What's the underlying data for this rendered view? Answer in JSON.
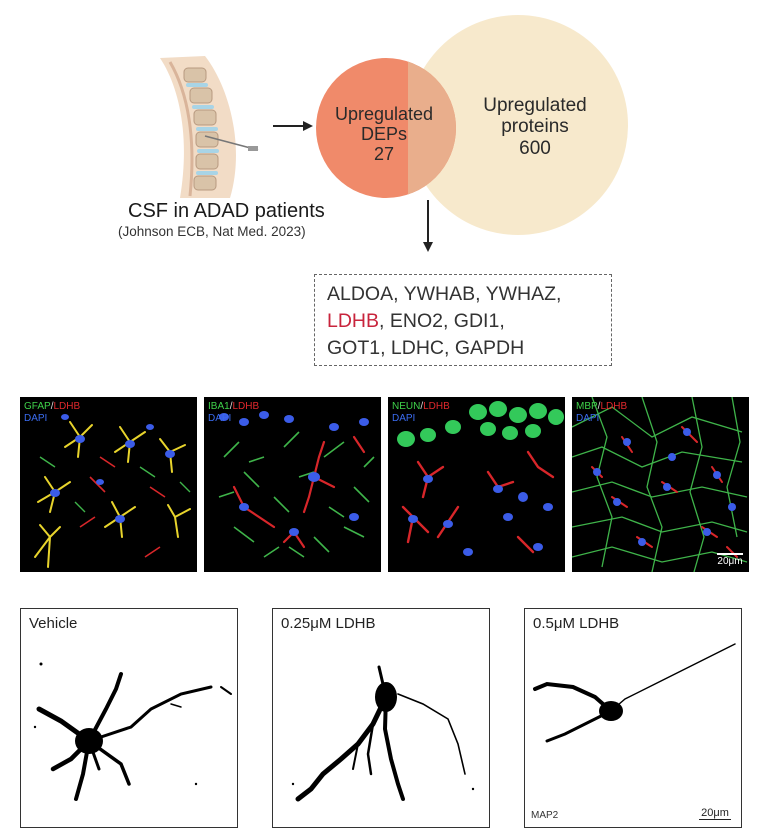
{
  "venn": {
    "small": {
      "line1": "Upregulated",
      "line2": "DEPs",
      "count": "27",
      "color": "#f08a6a"
    },
    "large": {
      "line1": "Upregulated",
      "line2": "proteins",
      "count": "600",
      "color": "#f6e7c8"
    }
  },
  "source": {
    "title": "CSF in ADAD patients",
    "citation": "(Johnson ECB, Nat Med. 2023)"
  },
  "genes": {
    "line1": "ALDOA, YWHAB, YWHAZ,",
    "highlight": "LDHB",
    "line2_rest": ", ENO2, GDI1,",
    "line3": "GOT1, LDHC, GAPDH",
    "highlight_color": "#c8243c"
  },
  "micrographs": [
    {
      "marker": "GFAP",
      "sep": "/",
      "target": "LDHB",
      "nuclear": "DAPI"
    },
    {
      "marker": "IBA1",
      "sep": "/",
      "target": "LDHB",
      "nuclear": "DAPI"
    },
    {
      "marker": "NEUN",
      "sep": "/",
      "target": "LDHB",
      "nuclear": "DAPI"
    },
    {
      "marker": "MBP",
      "sep": "/",
      "target": "LDHB",
      "nuclear": "DAPI"
    }
  ],
  "micrograph_scale": "20μm",
  "neurons": [
    {
      "title": "Vehicle"
    },
    {
      "title": "0.25μM LDHB"
    },
    {
      "title": "0.5μM LDHB"
    }
  ],
  "neuron_stain": "MAP2",
  "neuron_scale": "20μm"
}
